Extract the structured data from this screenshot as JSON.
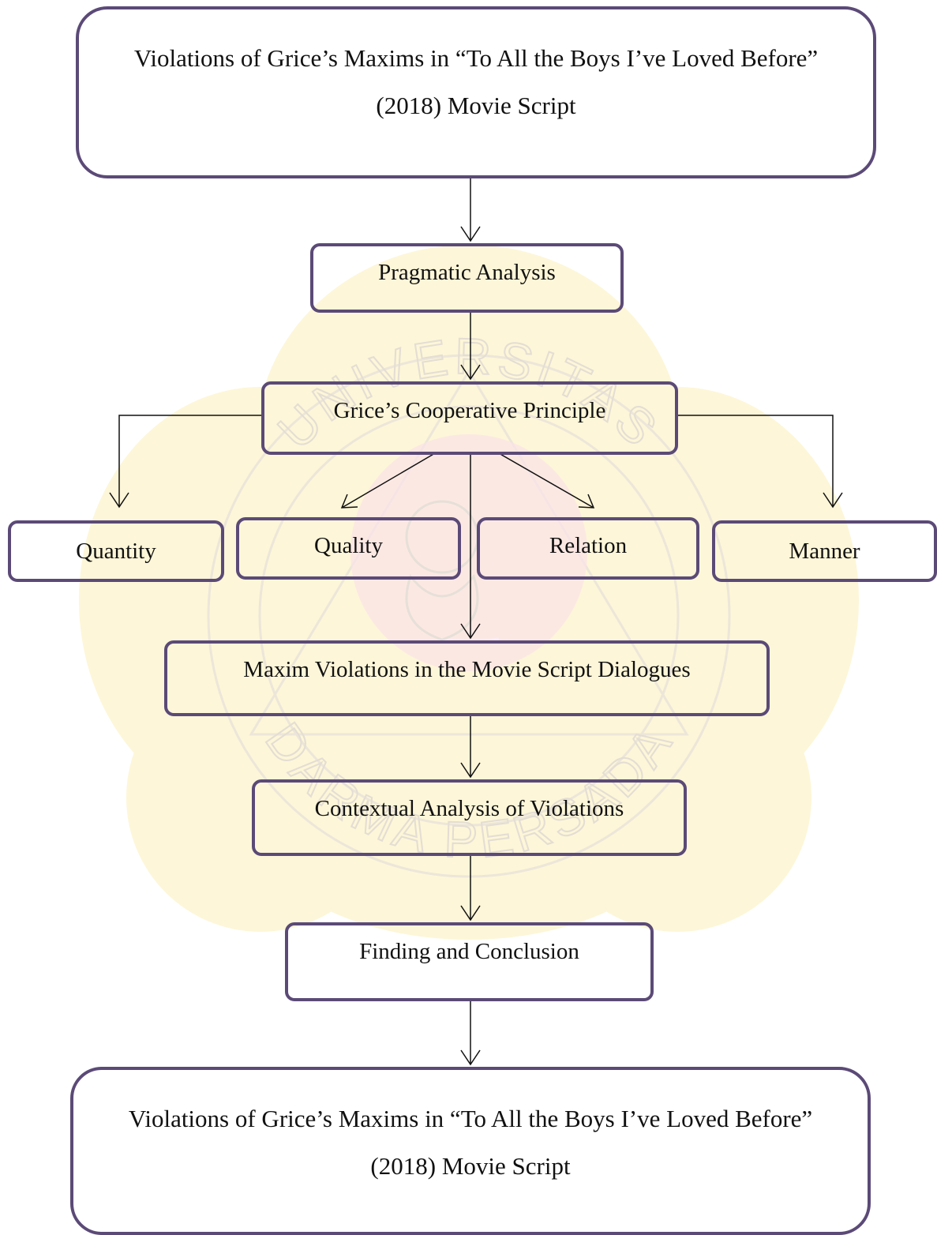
{
  "diagram": {
    "top_box": "Violations of Grice’s Maxims in “To All the Boys I’ve Loved Before” (2018) Movie Script",
    "step1": "Pragmatic Analysis",
    "step2": "Grice’s Cooperative Principle",
    "maxims": [
      "Quantity",
      "Quality",
      "Relation",
      "Manner"
    ],
    "step3": "Maxim Violations in the Movie Script Dialogues",
    "step4": "Contextual Analysis of Violations",
    "step5": "Finding and Conclusion",
    "bottom_box": "Violations of Grice’s Maxims in “To All the Boys I’ve Loved Before” (2018) Movie Script"
  },
  "watermark": {
    "text_top": "UNIVERSITAS",
    "text_bottom": "DARMA PERSADA"
  },
  "colors": {
    "box_border": "#5b4a77",
    "arrow": "#111111",
    "watermark_yellow": "#fdf6d8",
    "watermark_pink": "#fbe3e8",
    "watermark_line": "#ece6da"
  }
}
